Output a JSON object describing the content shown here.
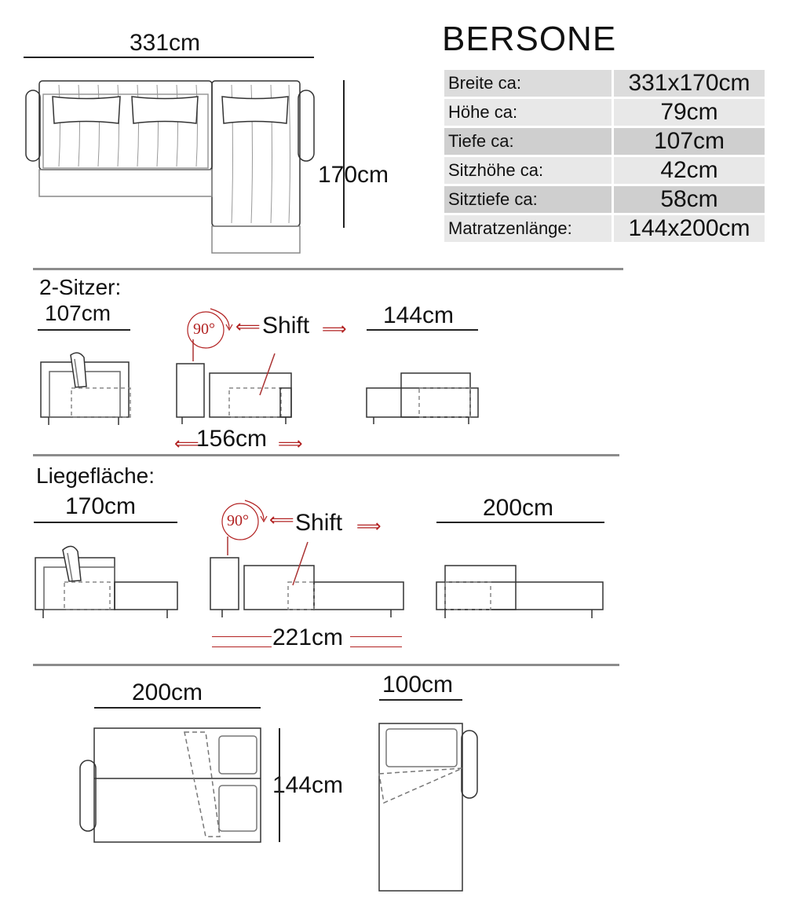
{
  "product": {
    "name": "BERSONE"
  },
  "specs": [
    {
      "label": "Breite ca:",
      "value": "331x170cm"
    },
    {
      "label": "Höhe ca:",
      "value": "79cm"
    },
    {
      "label": "Tiefe ca:",
      "value": "107cm"
    },
    {
      "label": "Sitzhöhe ca:",
      "value": "42cm"
    },
    {
      "label": "Sitztiefe ca:",
      "value": "58cm"
    },
    {
      "label": "Matratzenlänge:",
      "value": "144x200cm"
    }
  ],
  "top_view": {
    "width": "331cm",
    "depth": "170cm"
  },
  "two_seater": {
    "title": "2-Sitzer:",
    "depth": "107cm",
    "rotate": "90°",
    "shift": "Shift",
    "extended": "156cm",
    "bed_width": "144cm"
  },
  "lying": {
    "title": "Liegefläche:",
    "depth": "170cm",
    "rotate": "90°",
    "shift": "Shift",
    "extended": "221cm",
    "bed_length": "200cm"
  },
  "bed_top": {
    "length": "200cm",
    "width": "144cm",
    "single_width": "100cm"
  }
}
